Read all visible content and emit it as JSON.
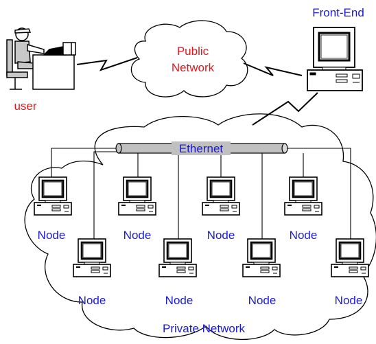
{
  "labels": {
    "user": "user",
    "public_network_line1": "Public",
    "public_network_line2": "Network",
    "front_end": "Front-End",
    "ethernet": "Ethernet",
    "private_network": "Private Network"
  },
  "nodes": [
    {
      "label": "Node"
    },
    {
      "label": "Node"
    },
    {
      "label": "Node"
    },
    {
      "label": "Node"
    },
    {
      "label": "Node"
    },
    {
      "label": "Node"
    },
    {
      "label": "Node"
    },
    {
      "label": "Node"
    }
  ],
  "colors": {
    "red_text": "#e8161b",
    "blue_text": "#1a1ad6",
    "ethernet_bar": "#c0c0c0",
    "outline": "#000000"
  },
  "icons": [
    "user-workstation-icon",
    "public-cloud-icon",
    "front-end-computer-icon",
    "ethernet-cable-icon",
    "node-computer-icon",
    "private-cloud-icon",
    "lightning-link-icon"
  ]
}
